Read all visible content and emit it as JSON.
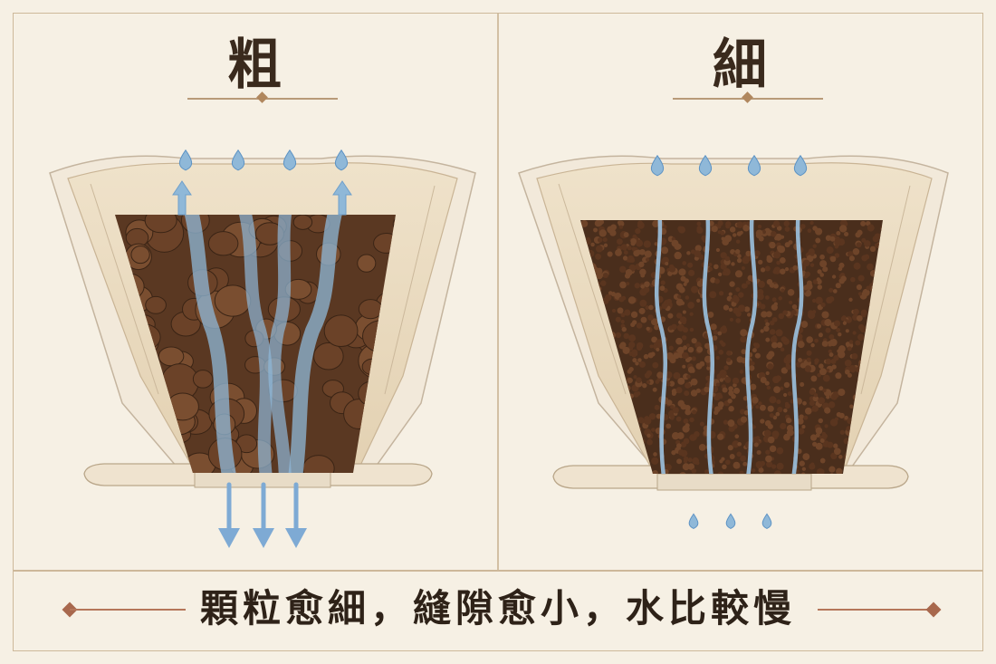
{
  "panels": {
    "left": {
      "title": "粗",
      "grind": "coarse"
    },
    "right": {
      "title": "細",
      "grind": "fine"
    }
  },
  "caption": "顆粒愈細，縫隙愈小，水比較慢",
  "colors": {
    "background": "#f6f0e4",
    "frame": "#cdb89a",
    "title_text": "#3a2a1d",
    "coffee_dark": "#4a2e1c",
    "coffee_light": "#7a4e30",
    "water": "#8fb8d8",
    "water_deep": "#5d93c4",
    "accent": "#a8684d"
  },
  "icons": {
    "water_drop": "water-drop-icon",
    "flow_arrow": "flow-arrow-icon"
  }
}
